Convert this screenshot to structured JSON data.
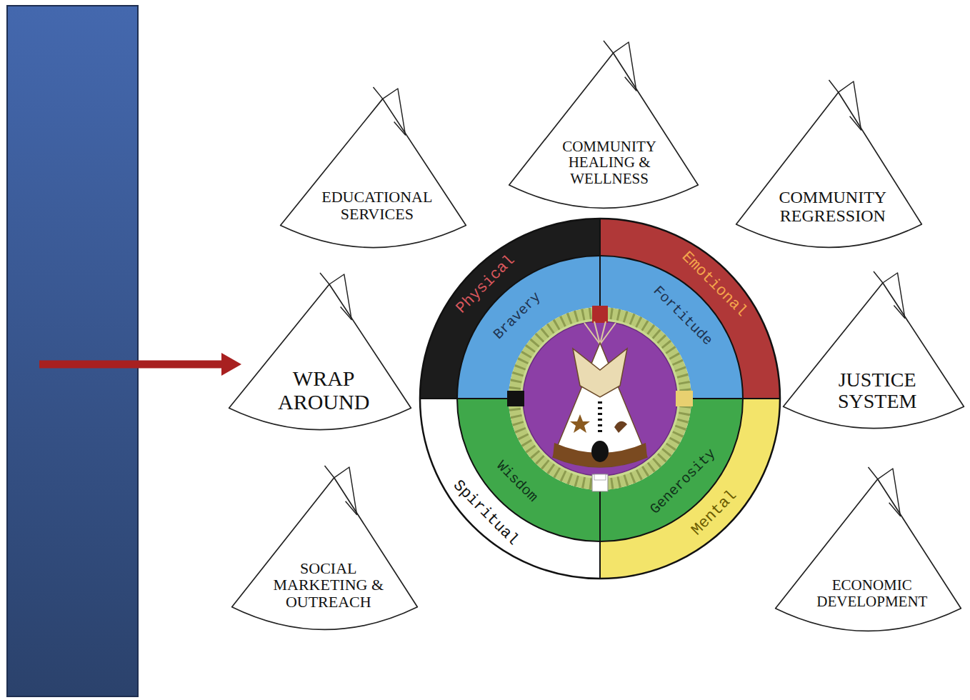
{
  "diagram": {
    "nodes": [
      {
        "text": [
          "EDUCATIONAL SERVICES"
        ]
      },
      {
        "text": [
          "COMMUNITY HEALING & WELLNESS"
        ]
      },
      {
        "text": [
          "COMMUNITY REGRESSION"
        ]
      },
      {
        "text": [
          "WRAP AROUND"
        ]
      },
      {
        "text": [
          "JUSTICE SYSTEM"
        ]
      },
      {
        "text": [
          "SOCIAL MARKETING & OUTREACH"
        ]
      },
      {
        "text": [
          "ECONOMIC DEVELOPMENT"
        ]
      }
    ],
    "labels": [
      "Physical",
      "Emotional",
      "Spiritual",
      "Mental",
      "Bravery",
      "Fortitude",
      "Wisdom",
      "Generosity"
    ]
  }
}
